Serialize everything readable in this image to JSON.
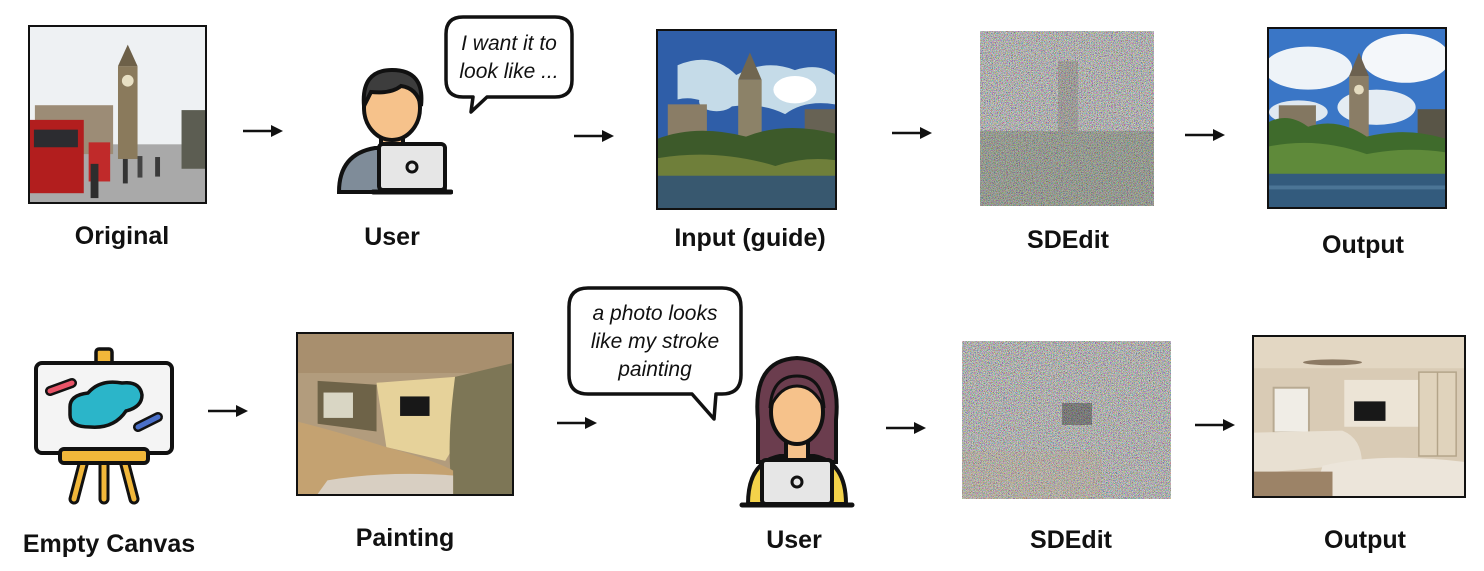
{
  "row1": {
    "original_label": "Original",
    "user_label": "User",
    "bubble_lines": [
      "I want it to",
      "look like ..."
    ],
    "input_label": "Input (guide)",
    "sdedit_label": "SDEdit",
    "output_label": "Output"
  },
  "row2": {
    "canvas_label": "Empty Canvas",
    "painting_label": "Painting",
    "bubble_lines": [
      "a photo looks",
      "like my stroke",
      "painting"
    ],
    "user_label": "User",
    "sdedit_label": "SDEdit",
    "output_label": "Output"
  },
  "icons": {
    "arrow": "arrow-right-icon",
    "male_user": "man-with-laptop-icon",
    "female_user": "woman-with-laptop-icon",
    "canvas": "easel-canvas-icon"
  },
  "colors": {
    "outline": "#111111",
    "skin": "#f6c28b",
    "male_hair": "#3d3d3d",
    "male_shirt": "#7f8c99",
    "female_hair": "#6b3d4e",
    "female_shirt": "#f3d24a",
    "laptop": "#e6e6e6",
    "canvas_stroke_blue": "#2bb5c9",
    "canvas_stroke_red": "#e85468",
    "easel": "#f1b73a"
  }
}
